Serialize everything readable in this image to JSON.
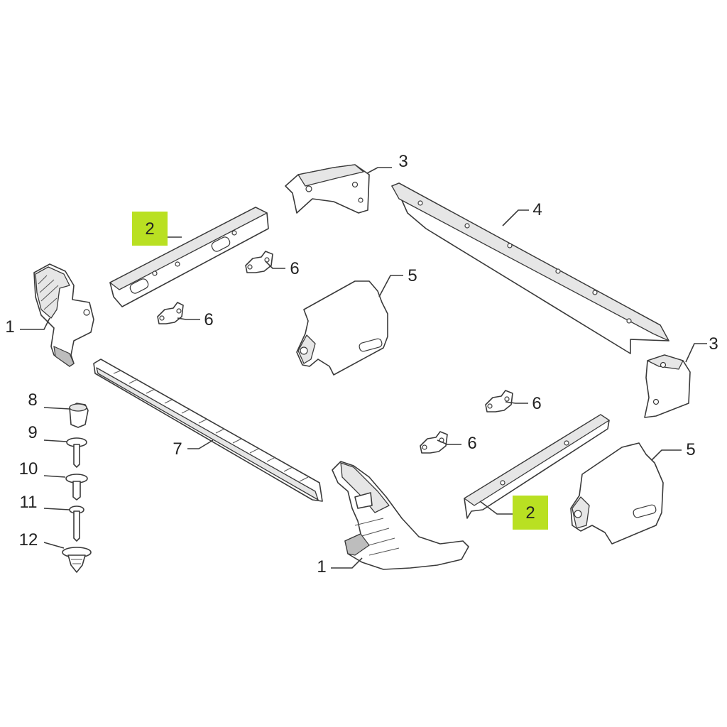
{
  "colors": {
    "highlight": "#b9e022",
    "line": "#3a3a3a",
    "text": "#222222"
  },
  "callouts": {
    "c1a": "1",
    "c1b": "1",
    "c2a": "2",
    "c2b": "2",
    "c3a": "3",
    "c3b": "3",
    "c4": "4",
    "c5a": "5",
    "c5b": "5",
    "c6a": "6",
    "c6b": "6",
    "c6c": "6",
    "c6d": "6",
    "c7": "7",
    "c8": "8",
    "c9": "9",
    "c10": "10",
    "c11": "11",
    "c12": "12"
  }
}
